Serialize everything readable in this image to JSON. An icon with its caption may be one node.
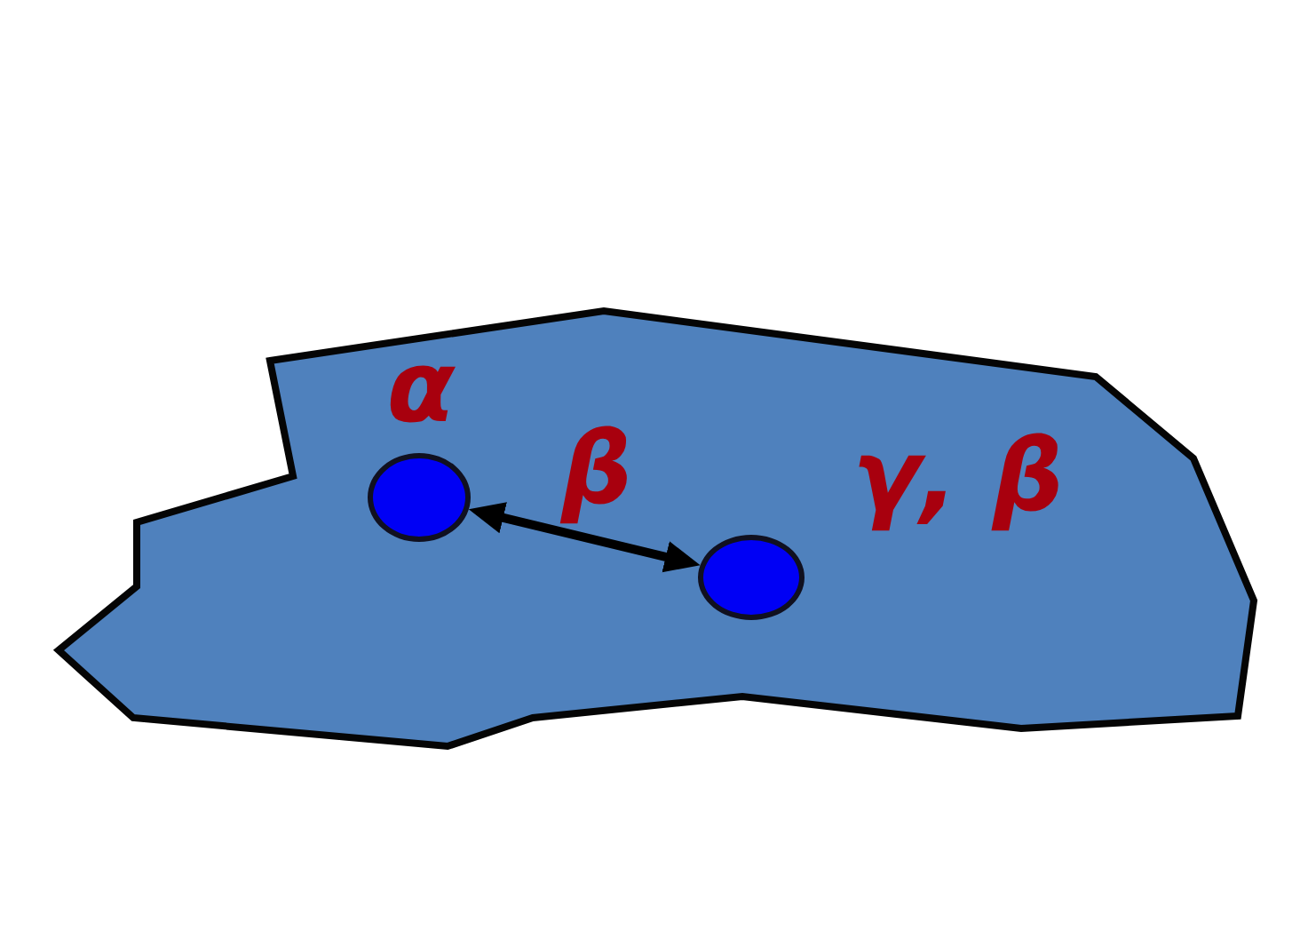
{
  "diagram": {
    "nodes": [
      {
        "text": [],
        "shape": "polygon"
      },
      {
        "text": [],
        "shape": "circle",
        "in": 0,
        "beside": [
          "α"
        ]
      },
      {
        "text": [],
        "shape": "circle",
        "in": 0,
        "beside": [
          "γ, β"
        ]
      }
    ],
    "edges": [
      {
        "from": 1,
        "to": 2,
        "arrow": "both",
        "label": "β"
      }
    ]
  }
}
